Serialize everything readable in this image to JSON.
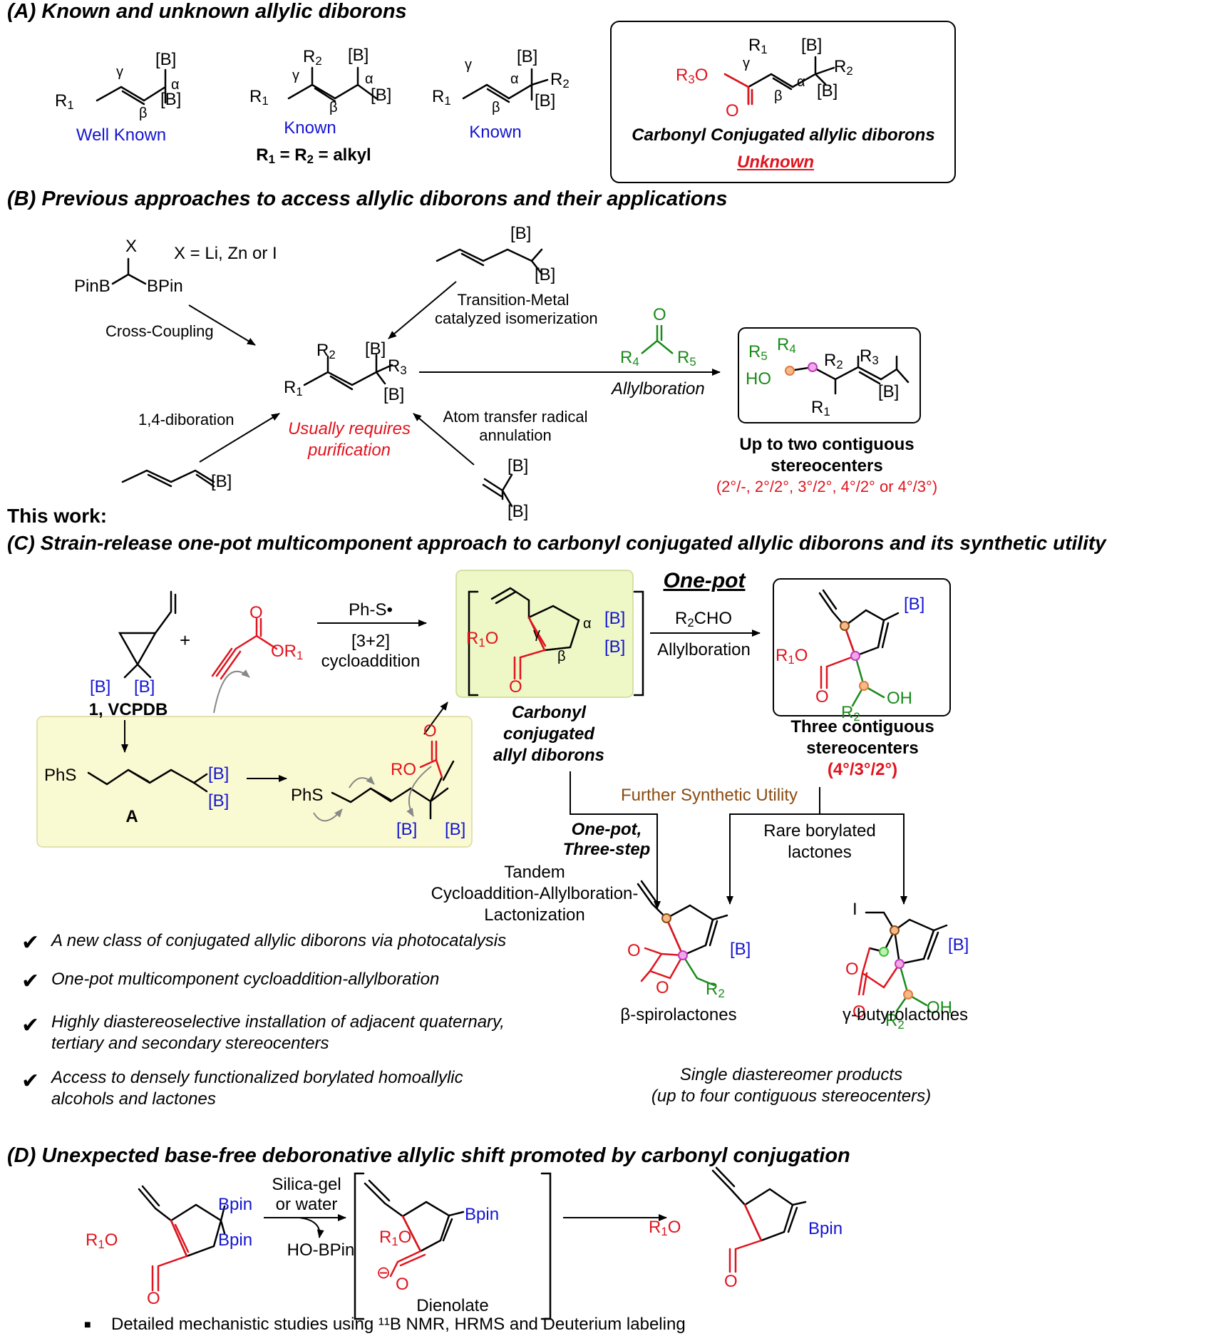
{
  "sections": {
    "a_title": "(A) Known and unknown allylic diborons",
    "b_title": "(B) Previous approaches to access allylic diborons and their applications",
    "this_work": "This work:",
    "c_title": "(C) Strain-release one-pot multicomponent approach to carbonyl conjugated allylic diborons and its synthetic utility",
    "d_title": "(D) Unexpected base-free deboronative allylic shift promoted by carbonyl conjugation"
  },
  "panel_a": {
    "well_known": "Well Known",
    "known_1": "Known",
    "r_condition": "R₁ = R₂ = alkyl",
    "known_2": "Known",
    "conjugated_label": "Carbonyl Conjugated allylic diborons",
    "unknown": "Unknown"
  },
  "panel_b": {
    "x_def": "X = Li, Zn or I",
    "cross_coupling": "Cross-Coupling",
    "tm_isomerization_1": "Transition-Metal",
    "tm_isomerization_2": "catalyzed isomerization",
    "diboration": "1,4-diboration",
    "atom_transfer_1": "Atom transfer radical",
    "atom_transfer_2": "annulation",
    "purification_1": "Usually requires",
    "purification_2": "purification",
    "allylboration": "Allylboration",
    "stereo_1": "Up to two contiguous",
    "stereo_2": "stereocenters",
    "stereo_list": "(2°/-, 2°/2°, 3°/2°, 4°/2° or 4°/3°)"
  },
  "panel_c": {
    "compound_1": "1, VCPDB",
    "intermediate_a": "A",
    "ph_s_radical": "Ph-S•",
    "cycloaddition_a": "[3+2]",
    "cycloaddition_b": "cycloaddition",
    "one_pot": "One-pot",
    "r2cho": "R₂CHO",
    "allylboration": "Allylboration",
    "product_label_1": "Carbonyl",
    "product_label_2": "conjugated",
    "product_label_3": "allyl diborons",
    "three_contig_1": "Three contiguous",
    "three_contig_2": "stereocenters",
    "three_contig_3": "(4°/3°/2°)",
    "further_utility": "Further Synthetic Utility",
    "one_pot_three_step_1": "One-pot,",
    "one_pot_three_step_2": "Three-step",
    "tandem_1": "Tandem",
    "tandem_2": "Cycloaddition-Allylboration-",
    "tandem_3": "Lactonization",
    "rare_1": "Rare borylated",
    "rare_2": "lactones",
    "beta_spiro": "β-spirolactones",
    "gamma_butyro": "γ-butyrolactones",
    "single_dia_1": "Single diastereomer products",
    "single_dia_2": "(up to four contiguous stereocenters)",
    "bullets": [
      "A new class of conjugated allylic diborons via photocatalysis",
      "One-pot multicomponent cycloaddition-allylboration",
      "Highly diastereoselective installation of adjacent quaternary,",
      "tertiary and secondary stereocenters",
      "Access to densely functionalized borylated homoallylic",
      "alcohols and lactones"
    ]
  },
  "panel_d": {
    "silica_1": "Silica-gel",
    "silica_2": "or water",
    "hobpin": "HO-BPin",
    "dienolate": "Dienolate",
    "detail_note": "Detailed mechanistic studies using ¹¹B NMR, HRMS and Deuterium labeling"
  },
  "colors": {
    "red": "#e0141e",
    "blue": "#1414d2",
    "green": "#1a8a1a",
    "brown": "#8a4b12",
    "highlight": "#fafad2"
  }
}
